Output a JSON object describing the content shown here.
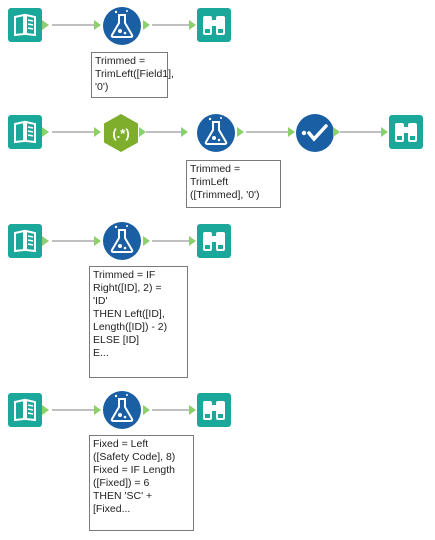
{
  "workflows": [
    {
      "annotation": "Trimmed =\nTrimLeft([Field1],\n'0')"
    },
    {
      "annotation": "Trimmed =\nTrimLeft\n([Trimmed], '0')"
    },
    {
      "annotation": "Trimmed = IF\nRight([ID], 2) =\n'ID'\nTHEN Left([ID],\nLength([ID]) - 2)\nELSE [ID]\nE..."
    },
    {
      "annotation": "Fixed = Left\n([Safety Code], 8)\nFixed = IF Length\n([Fixed]) = 6\nTHEN 'SC' +\n[Fixed..."
    }
  ],
  "colors": {
    "input_tool": "#1aa89a",
    "formula_tool": "#1a5fa3",
    "regex_tool": "#7fae2c",
    "select_tool": "#1a5fa3",
    "browse_tool": "#1aa89a",
    "connector": "#9a9a9a",
    "anchor": "#8bd06a"
  },
  "icons": [
    "book-icon",
    "flask-icon",
    "regex-icon",
    "checkmark-icon",
    "binoculars-icon"
  ]
}
